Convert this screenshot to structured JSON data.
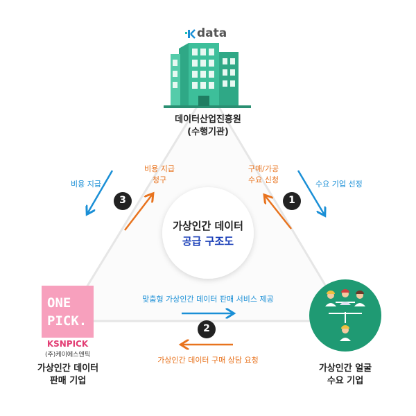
{
  "top_logo": {
    "brand": "data"
  },
  "nodes": {
    "top": {
      "line1": "데이터산업진흥원",
      "line2": "(수행기관)"
    },
    "left": {
      "logo_line1": "ONE",
      "logo_line2": "PICK.",
      "logo_brand": "KSNPICK",
      "company": "(주)케이에스앤픽",
      "line1": "가상인간 데이터",
      "line2": "판매 기업"
    },
    "right": {
      "line1": "가상인간 얼굴",
      "line2": "수요 기업"
    }
  },
  "center": {
    "line1": "가상인간 데이터",
    "line2": "공급 구조도"
  },
  "steps": {
    "s1": {
      "num": "1",
      "orange_line1": "구매/가공",
      "orange_line2": "수요 신청",
      "blue": "수요 기업 선정"
    },
    "s2": {
      "num": "2",
      "blue": "맞춤형 가상인간 데이터 판매 서비스 제공",
      "orange": "가상인간 데이터 구매 상담 요청"
    },
    "s3": {
      "num": "3",
      "orange_line1": "비용 지급",
      "orange_line2": "청구",
      "blue": "비용 지급"
    }
  },
  "colors": {
    "blue": "#1a8fd6",
    "orange": "#e8731e",
    "building": "#3dbf9a",
    "right_circle": "#1f9a73",
    "pink": "#f7a0bd",
    "center_title": "#1a3fb8"
  }
}
